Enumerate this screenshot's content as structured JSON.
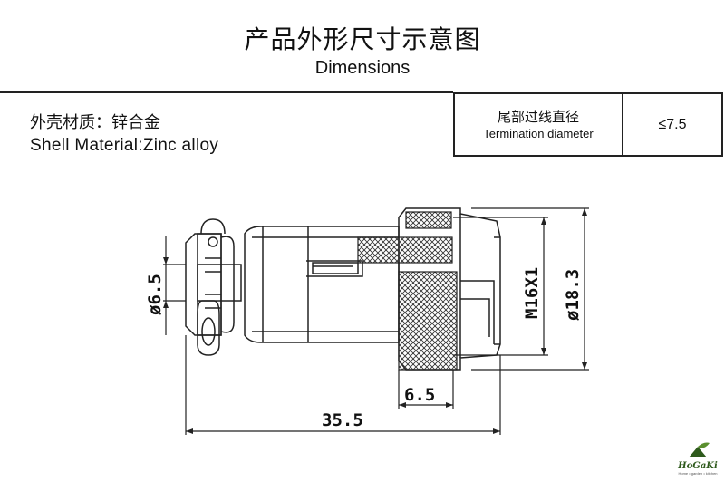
{
  "header": {
    "title_cn": "产品外形尺寸示意图",
    "title_en": "Dimensions"
  },
  "material": {
    "label_cn": "外壳材质：锌合金",
    "label_en": "Shell  Material:Zinc alloy"
  },
  "spec_table": {
    "label_cn": "尾部过线直径",
    "label_en": "Termination diameter",
    "value": "≤7.5"
  },
  "dimensions": {
    "total_length": "35.5",
    "nut_width": "6.5",
    "pin_diameter": "ø6.5",
    "thread": "M16X1",
    "outer_diameter": "ø18.3"
  },
  "logo": {
    "name": "HoGaKi",
    "tagline": "Home • garden • kitchen"
  },
  "colors": {
    "line": "#222222",
    "hatch": "#333333",
    "logo_green": "#2e5a1c"
  }
}
